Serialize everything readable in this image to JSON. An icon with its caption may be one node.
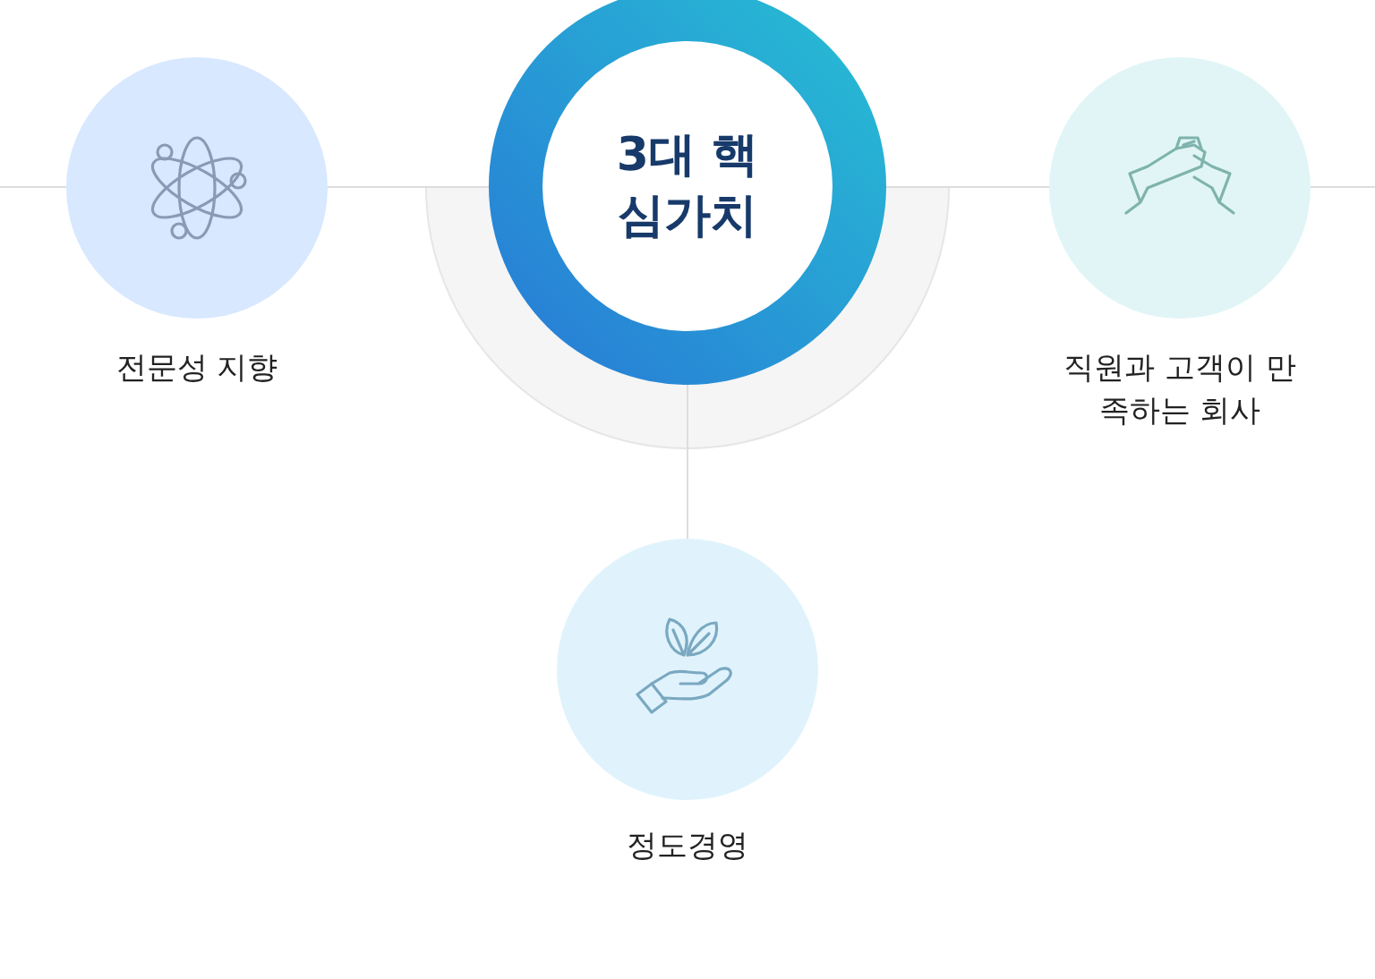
{
  "diagram": {
    "nodes": [
      {
        "text": [
          "3대 핵심가치"
        ]
      },
      {
        "text": [
          "전문성 지향"
        ]
      },
      {
        "text": [
          "직원과 고객이 만족하는 회사"
        ]
      },
      {
        "text": [
          "정도경영"
        ]
      }
    ],
    "edges": [
      {
        "from": 0,
        "to": 1,
        "arrow": "none"
      },
      {
        "from": 0,
        "to": 2,
        "arrow": "none"
      },
      {
        "from": 0,
        "to": 3,
        "arrow": "none"
      }
    ]
  }
}
